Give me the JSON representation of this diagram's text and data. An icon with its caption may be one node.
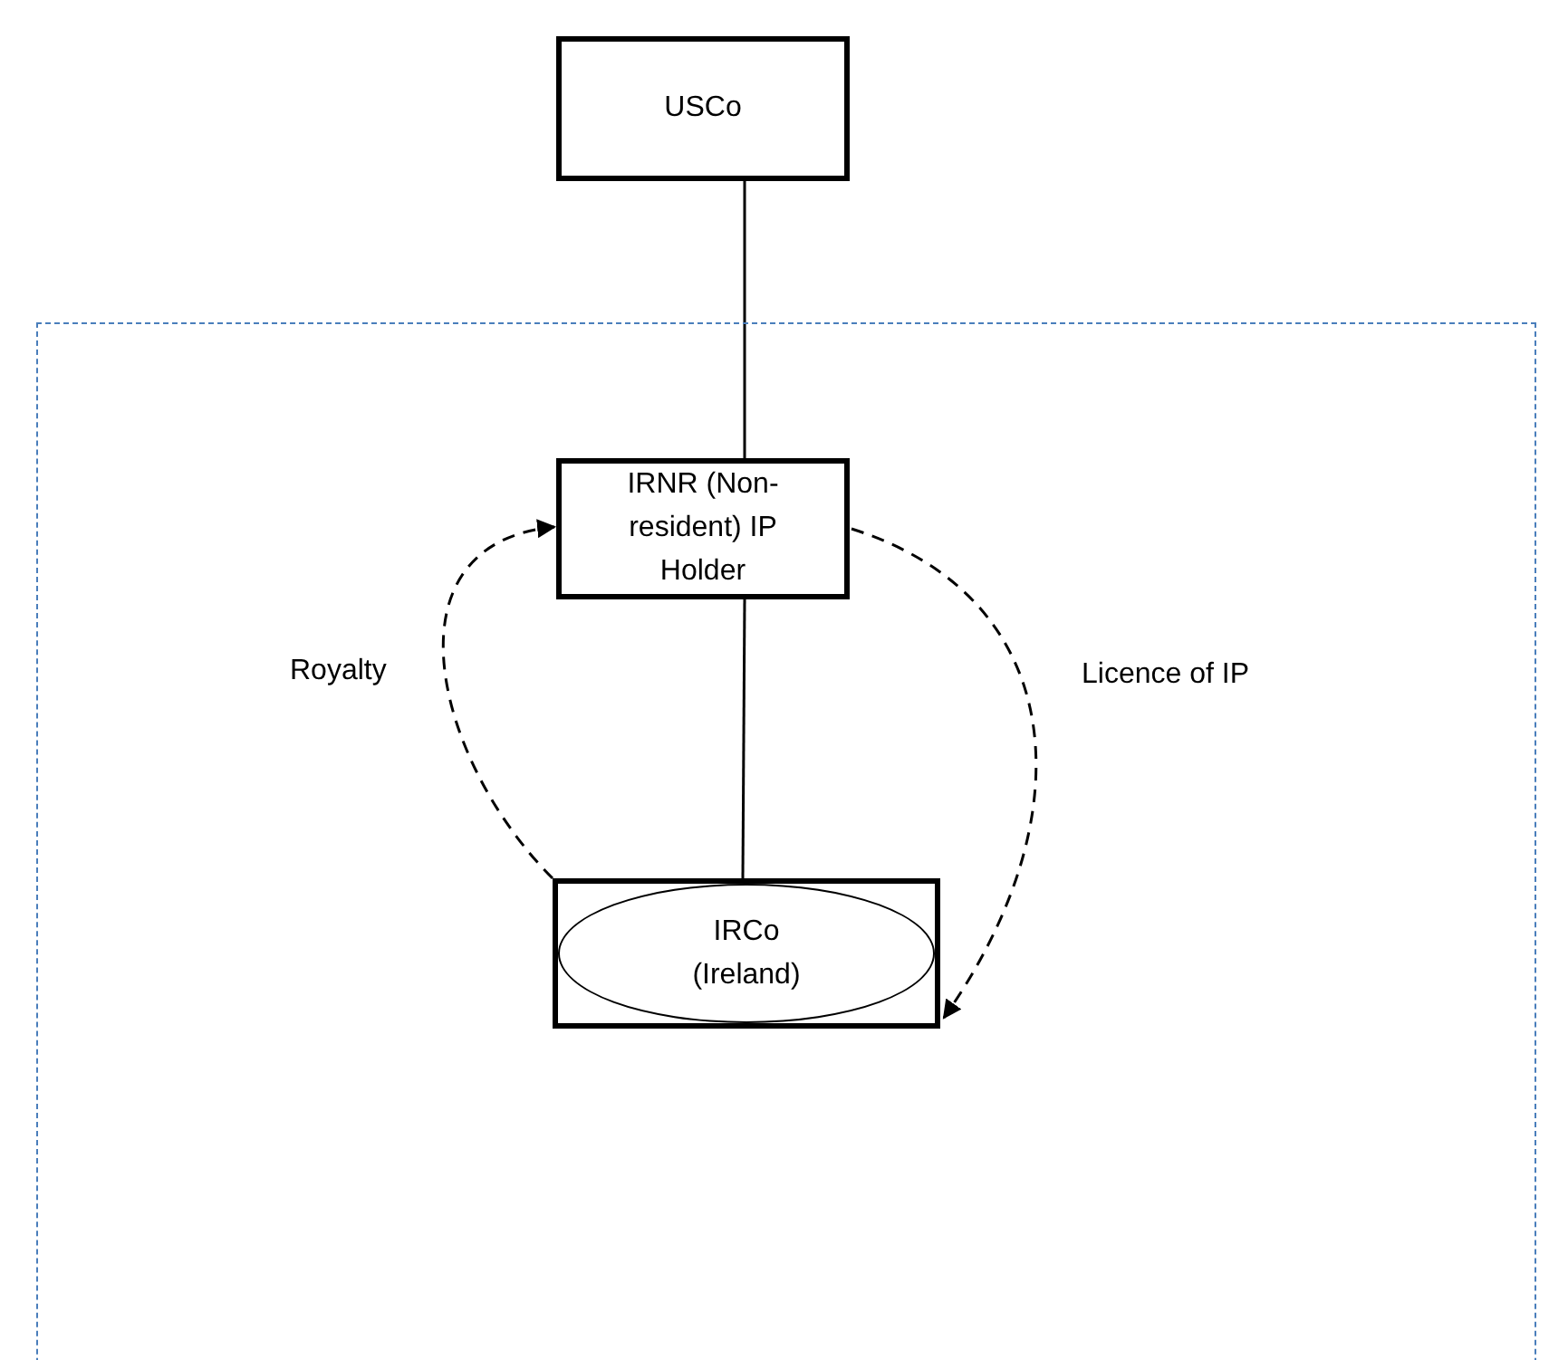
{
  "diagram": {
    "nodes": [
      {
        "text": [
          "USCo"
        ]
      },
      {
        "text": [],
        "shape": "box"
      },
      {
        "text": [
          "IRNR (Non-resident) IP Holder"
        ],
        "in": 1
      },
      {
        "text": [],
        "shape": "box",
        "in": 1
      },
      {
        "text": [
          "IRCo (Ireland)"
        ],
        "in": 3
      }
    ],
    "edges": [
      {
        "from": 0,
        "to": 2,
        "arrow": "none"
      },
      {
        "from": 2,
        "to": 3,
        "arrow": "none"
      },
      {
        "from": 3,
        "to": 2,
        "arrow": "to",
        "label": "Royalty",
        "style": "dashed"
      },
      {
        "from": 2,
        "to": 3,
        "arrow": "to",
        "label": "Licence of IP",
        "style": "dashed"
      }
    ]
  }
}
